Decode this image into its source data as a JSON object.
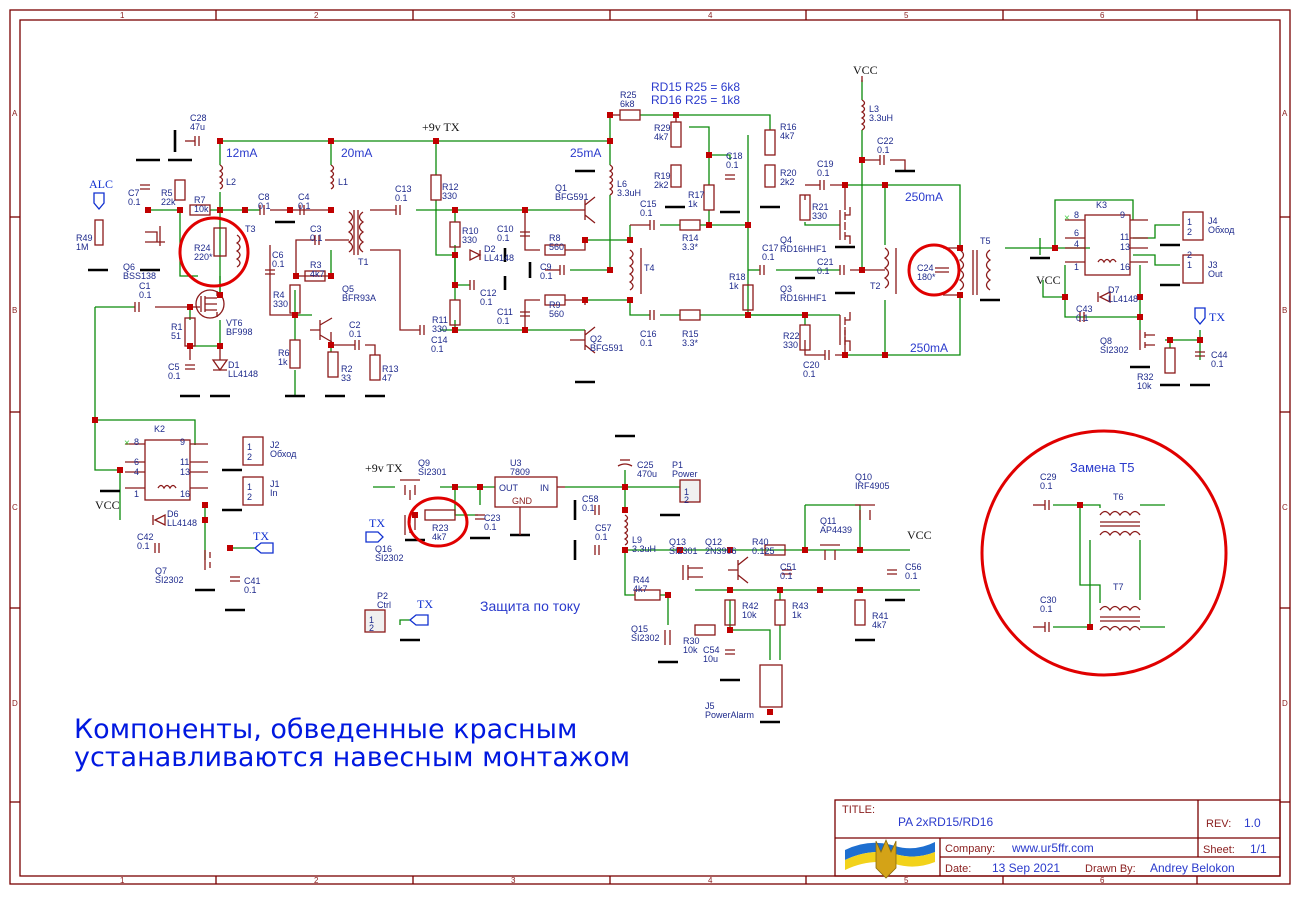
{
  "sheet": {
    "columns": [
      "1",
      "2",
      "3",
      "4",
      "5",
      "6"
    ],
    "rows": [
      "A",
      "B",
      "C",
      "D"
    ]
  },
  "title_block": {
    "title_label": "TITLE:",
    "title": "PA 2xRD15/RD16",
    "rev_label": "REV:",
    "rev": "1.0",
    "company_label": "Company:",
    "company": "www.ur5ffr.com",
    "sheet_label": "Sheet:",
    "sheet": "1/1",
    "date_label": "Date:",
    "date": "13 Sep 2021",
    "drawn_label": "Drawn By:",
    "drawn_by": "Andrey Belokon",
    "logo": "ukraine-trident-flag-logo"
  },
  "notes": {
    "mount_line1": "Компоненты, обведенные красным",
    "mount_line2": "устанавливаются навесным монтажом",
    "protection": "Защита по току",
    "replace_t5": "Замена T5",
    "r25_line1": "RD15 R25 = 6k8",
    "r25_line2": "RD16 R25 = 1k8"
  },
  "currents": {
    "i12": "12mA",
    "i20": "20mA",
    "i25": "25mA",
    "i250a": "250mA",
    "i250b": "250mA"
  },
  "nets": {
    "vcc": "VCC",
    "p9vtx": "+9v TX",
    "alc": "ALC",
    "tx": "TX"
  },
  "components": {
    "C28": [
      "C28",
      "47u"
    ],
    "C7": [
      "C7",
      "0.1"
    ],
    "R5": [
      "R5",
      "22k"
    ],
    "R7": [
      "R7",
      "10k"
    ],
    "R49": [
      "R49",
      "1M"
    ],
    "Q6": [
      "Q6",
      "BSS138"
    ],
    "L2": [
      "L2",
      ""
    ],
    "L1": [
      "L1",
      ""
    ],
    "C8": [
      "C8",
      "0.1"
    ],
    "C4": [
      "C4",
      "0.1"
    ],
    "R24": [
      "R24",
      "220*"
    ],
    "T3": [
      "T3",
      ""
    ],
    "C6": [
      "C6",
      "0.1"
    ],
    "C3": [
      "C3",
      "0.1"
    ],
    "R3": [
      "R3",
      "4k7"
    ],
    "T1": [
      "T1",
      ""
    ],
    "R4": [
      "R4",
      "330"
    ],
    "Q5": [
      "Q5",
      "BFR93A"
    ],
    "R6": [
      "R6",
      "1k"
    ],
    "C2": [
      "C2",
      "0.1"
    ],
    "R2": [
      "R2",
      "33"
    ],
    "R13": [
      "R13",
      "47"
    ],
    "C1": [
      "C1",
      "0.1"
    ],
    "R1": [
      "R1",
      "51"
    ],
    "VT6": [
      "VT6",
      "BF998"
    ],
    "C5": [
      "C5",
      "0.1"
    ],
    "D1": [
      "D1",
      "LL4148"
    ],
    "C13": [
      "C13",
      "0.1"
    ],
    "R12": [
      "R12",
      "330"
    ],
    "R10": [
      "R10",
      "330"
    ],
    "D2": [
      "D2",
      "LL4148"
    ],
    "C12": [
      "C12",
      "0.1"
    ],
    "R11": [
      "R11",
      "330"
    ],
    "C14": [
      "C14",
      "0.1"
    ],
    "C10": [
      "C10",
      "0.1"
    ],
    "R8": [
      "R8",
      "560"
    ],
    "C9": [
      "C9",
      "0.1"
    ],
    "C11": [
      "C11",
      "0.1"
    ],
    "R9": [
      "R9",
      "560"
    ],
    "Q1": [
      "Q1",
      "BFG591"
    ],
    "Q2": [
      "Q2",
      "BFG591"
    ],
    "L6": [
      "L6",
      "3.3uH"
    ],
    "R25": [
      "R25",
      "6k8"
    ],
    "R29": [
      "R29",
      "4k7"
    ],
    "R19": [
      "R19",
      "2k2"
    ],
    "R17": [
      "R17",
      "1k"
    ],
    "C18": [
      "C18",
      "0.1"
    ],
    "R16": [
      "R16",
      "4k7"
    ],
    "R20": [
      "R20",
      "2k2"
    ],
    "C15": [
      "C15",
      "0.1"
    ],
    "R14": [
      "R14",
      "3.3*"
    ],
    "T4": [
      "T4",
      ""
    ],
    "C16": [
      "C16",
      "0.1"
    ],
    "R15": [
      "R15",
      "3.3*"
    ],
    "R18": [
      "R18",
      "1k"
    ],
    "C17": [
      "C17",
      "0.1"
    ],
    "Q4": [
      "Q4",
      "RD16HHF1"
    ],
    "C21": [
      "C21",
      "0.1"
    ],
    "Q3": [
      "Q3",
      "RD16HHF1"
    ],
    "R22": [
      "R22",
      "330"
    ],
    "C20": [
      "C20",
      "0.1"
    ],
    "C19": [
      "C19",
      "0.1"
    ],
    "R21": [
      "R21",
      "330"
    ],
    "L3": [
      "L3",
      "3.3uH"
    ],
    "C22": [
      "C22",
      "0.1"
    ],
    "T2": [
      "T2",
      ""
    ],
    "C24": [
      "C24",
      "180*"
    ],
    "T5": [
      "T5",
      ""
    ],
    "K3": [
      "K3",
      ""
    ],
    "J4": [
      "J4",
      "Обход"
    ],
    "J3": [
      "J3",
      "Out"
    ],
    "D7": [
      "D7",
      "LL4148"
    ],
    "C43": [
      "C43",
      "0.1"
    ],
    "Q8": [
      "Q8",
      "SI2302"
    ],
    "R32": [
      "R32",
      "10k"
    ],
    "C44": [
      "C44",
      "0.1"
    ],
    "K2": [
      "K2",
      ""
    ],
    "J2": [
      "J2",
      "Обход"
    ],
    "J1": [
      "J1",
      "In"
    ],
    "D6": [
      "D6",
      "LL4148"
    ],
    "C42": [
      "C42",
      "0.1"
    ],
    "Q7": [
      "Q7",
      "SI2302"
    ],
    "C41": [
      "C41",
      "0.1"
    ],
    "Q9": [
      "Q9",
      "SI2301"
    ],
    "R23": [
      "R23",
      "4k7"
    ],
    "Q16": [
      "Q16",
      "SI2302"
    ],
    "U3": [
      "U3",
      "7809"
    ],
    "C23": [
      "C23",
      "0.1"
    ],
    "C25": [
      "C25",
      "470u"
    ],
    "P1": [
      "P1",
      "Power"
    ],
    "C58": [
      "C58",
      "0.1"
    ],
    "C57": [
      "C57",
      "0.1"
    ],
    "L9": [
      "L9",
      "3.3uH"
    ],
    "Q13": [
      "Q13",
      "SI2301"
    ],
    "Q12": [
      "Q12",
      "2N3906"
    ],
    "R40": [
      "R40",
      "0.125"
    ],
    "R44": [
      "R44",
      "4k7"
    ],
    "Q15": [
      "Q15",
      "SI2302"
    ],
    "R30": [
      "R30",
      "10k"
    ],
    "C54": [
      "C54",
      "10u"
    ],
    "R42": [
      "R42",
      "10k"
    ],
    "R43": [
      "R43",
      "1k"
    ],
    "J5": [
      "J5",
      "PowerAlarm"
    ],
    "C51": [
      "C51",
      "0.1"
    ],
    "Q11": [
      "Q11",
      "AP4439"
    ],
    "Q10": [
      "Q10",
      "IRF4905"
    ],
    "C56": [
      "C56",
      "0.1"
    ],
    "R41": [
      "R41",
      "4k7"
    ],
    "P2": [
      "P2",
      "Ctrl"
    ],
    "C29": [
      "C29",
      "0.1"
    ],
    "C30": [
      "C30",
      "0.1"
    ],
    "T6": [
      "T6",
      ""
    ],
    "T7": [
      "T7",
      ""
    ]
  },
  "u3_pins": {
    "out": "OUT",
    "in": "IN",
    "gnd": "GND"
  },
  "relay_pins": [
    "8",
    "9",
    "6",
    "11",
    "4",
    "13",
    "1",
    "16"
  ],
  "connector_pins": [
    "1",
    "2"
  ]
}
